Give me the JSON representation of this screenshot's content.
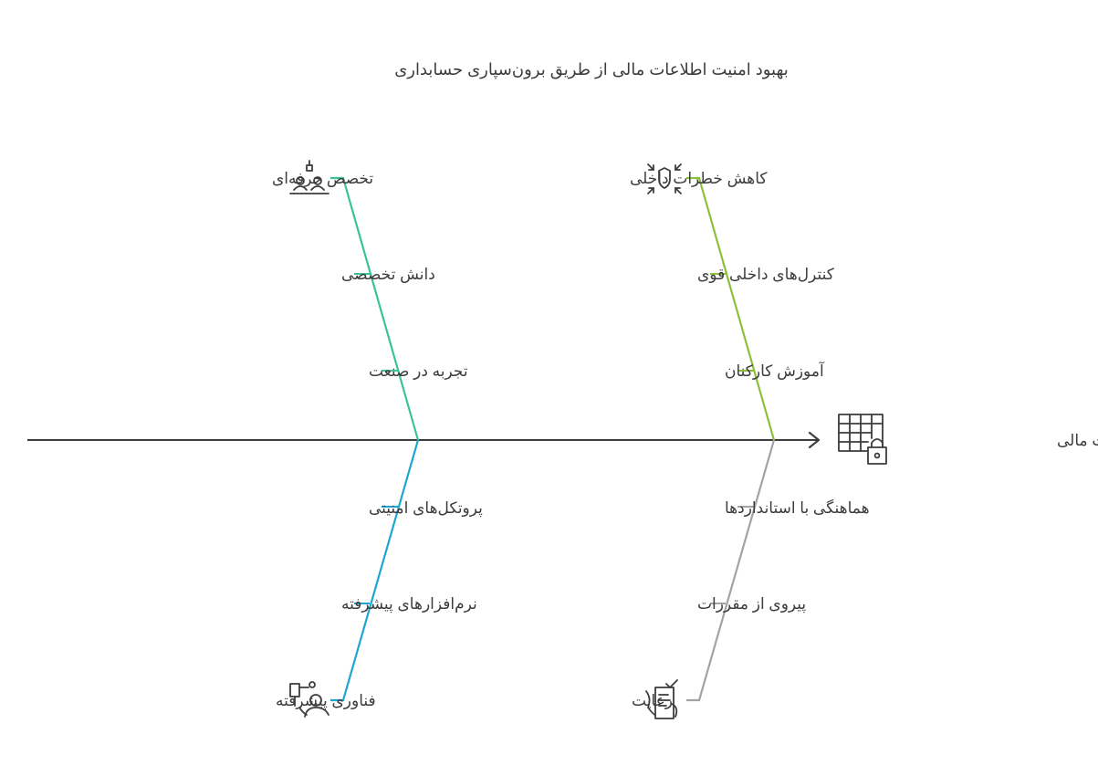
{
  "title": "بهبود امنیت اطلاعات مالی از طریق برون‌سپاری حسابداری",
  "effect": {
    "label": "امنیت اطلاعات مالی",
    "icon": "table-lock-icon"
  },
  "colors": {
    "spine": "#3d3d3d",
    "teal": "#3cc48f",
    "lime": "#8ebf3a",
    "blue": "#1ea6d2",
    "gray": "#a3a3a3",
    "icon": "#3d3d3d"
  },
  "categories": [
    {
      "name": "تخصص حرفه‌ای",
      "icon": "expert-team-icon",
      "color": "teal",
      "causes": [
        "دانش تخصصی",
        "تجربه در صنعت"
      ]
    },
    {
      "name": "کاهش خطرات داخلی",
      "icon": "shield-shrink-icon",
      "color": "lime",
      "causes": [
        "کنترل‌های داخلی قوی",
        "آموزش کارکنان"
      ]
    },
    {
      "name": "فناوری پیشرفته",
      "icon": "tech-user-icon",
      "color": "blue",
      "causes": [
        "پروتکل‌های امنیتی",
        "نرم‌افزارهای پیشرفته"
      ]
    },
    {
      "name": "رعایت",
      "icon": "compliance-doc-icon",
      "color": "gray",
      "causes": [
        "هماهنگی با استانداردها",
        "پیروی از مقررات"
      ]
    }
  ]
}
